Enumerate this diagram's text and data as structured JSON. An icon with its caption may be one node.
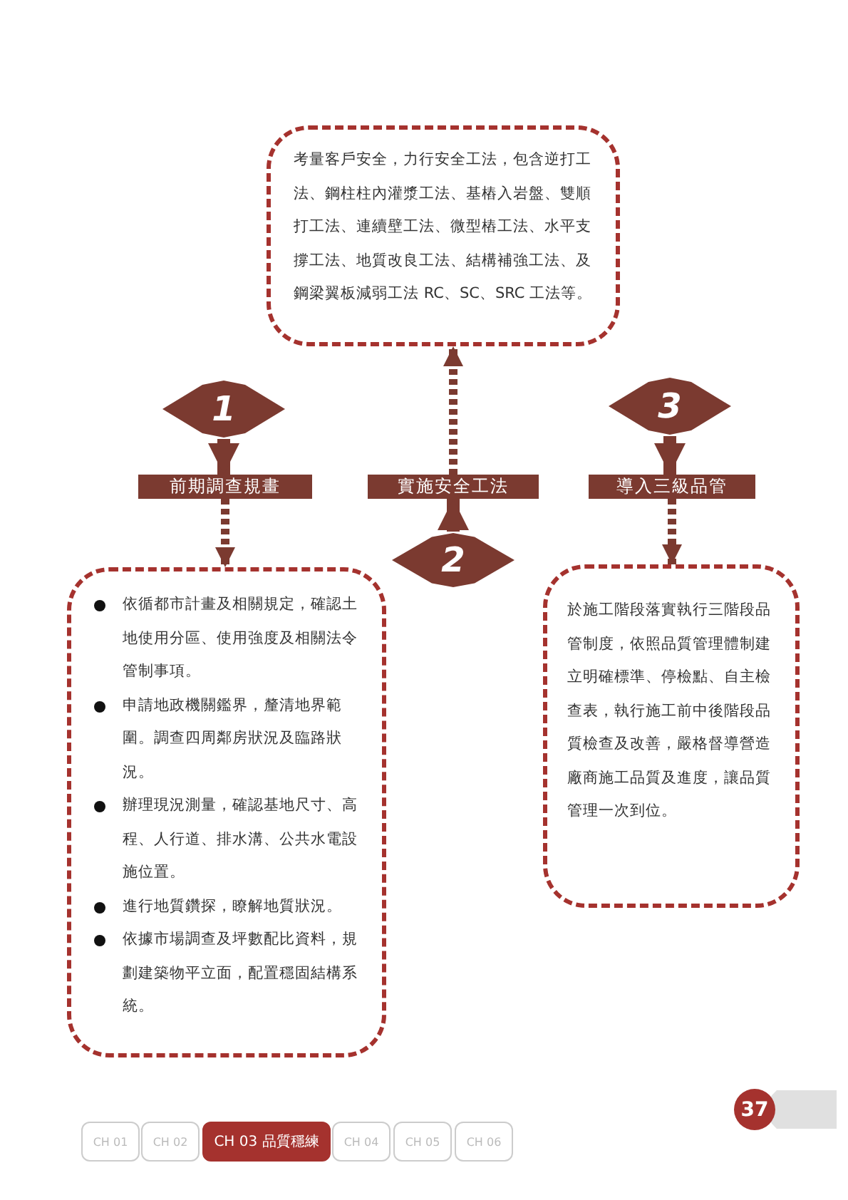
{
  "diagram": {
    "nodes": [
      {
        "text": [
          "考量客戶安全，力行安全工法，包含逆打工法、鋼柱柱內灌漿工法、基樁入岩盤、雙順打工法、連續壁工法、微型樁工法、水平支撐工法、地質改良工法、結構補強工法、及鋼梁翼板減弱工法 RC、SC、SRC 工法等。"
        ]
      },
      {
        "text": [
          "1"
        ]
      },
      {
        "text": [
          "前期調查規畫"
        ]
      },
      {
        "text": [
          "實施安全工法"
        ]
      },
      {
        "text": [
          "3"
        ]
      },
      {
        "text": [
          "導入三級品管"
        ]
      },
      {
        "text": [
          "2"
        ]
      },
      {
        "text": [
          "依循都市計畫及相關規定，確認土地使用分區、使用強度及相關法令管制事項。",
          "申請地政機關鑑界，釐清地界範圍。調查四周鄰房狀況及臨路狀況。",
          "辦理現況測量，確認基地尺寸、高程、人行道、排水溝、公共水電設施位置。",
          "進行地質鑽探，瞭解地質狀況。",
          "依據市場調查及坪數配比資料，規劃建築物平立面，配置穩固結構系統。"
        ]
      },
      {
        "text": [
          "於施工階段落實執行三階段品管制度，依照品質管理體制建立明確標準、停檢點、自主檢查表，執行施工前中後階段品質檢查及改善，嚴格督導營造廠商施工品質及進度，讓品質管理一次到位。"
        ]
      },
      {
        "text": [
          "CH 01"
        ]
      },
      {
        "text": [
          "CH 02"
        ]
      },
      {
        "text": [
          "CH 03 品質穩練"
        ]
      },
      {
        "text": [
          "CH 04"
        ]
      },
      {
        "text": [
          "CH 05"
        ]
      },
      {
        "text": [
          "CH 06"
        ]
      },
      {
        "text": [
          "37"
        ]
      }
    ],
    "edges": [
      {
        "from": 1,
        "to": 2,
        "arrow": "to"
      },
      {
        "from": 2,
        "to": 7,
        "arrow": "to",
        "style": "dashed"
      },
      {
        "from": 6,
        "to": 3,
        "arrow": "to"
      },
      {
        "from": 3,
        "to": 0,
        "arrow": "to",
        "style": "dashed"
      },
      {
        "from": 4,
        "to": 5,
        "arrow": "to"
      },
      {
        "from": 5,
        "to": 8,
        "arrow": "to",
        "style": "dashed"
      }
    ]
  }
}
